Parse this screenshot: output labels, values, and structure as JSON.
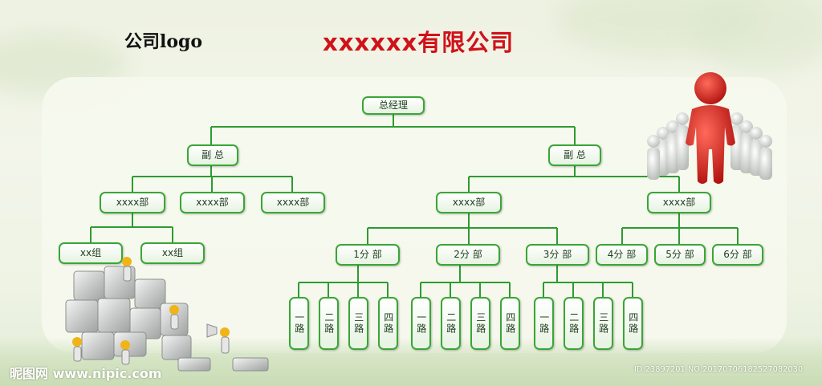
{
  "header": {
    "logo_text": "公司logo",
    "company_title": "xxxxxx有限公司"
  },
  "org": {
    "ceo": "总经理",
    "vp_left": "副 总",
    "vp_right": "副 总",
    "dept_l1": "xxxx部",
    "dept_l2": "xxxx部",
    "dept_l3": "xxxx部",
    "group_1": "xx组",
    "group_2": "xx组",
    "dept_r1": "xxxx部",
    "dept_r2": "xxxx部",
    "branch_1": "1分 部",
    "branch_2": "2分 部",
    "branch_3": "3分 部",
    "branch_4": "4分 部",
    "branch_5": "5分 部",
    "branch_6": "6分 部",
    "route_1": "一路",
    "route_2": "二路",
    "route_3": "三路",
    "route_4": "四路"
  },
  "watermark": {
    "left": "昵图网 www.nipic.com",
    "right": "ID:23897201 NO:20170706182527082030"
  },
  "colors": {
    "line": "#2e9b33",
    "box_border": "#3aa636",
    "title_red": "#d0121a"
  }
}
